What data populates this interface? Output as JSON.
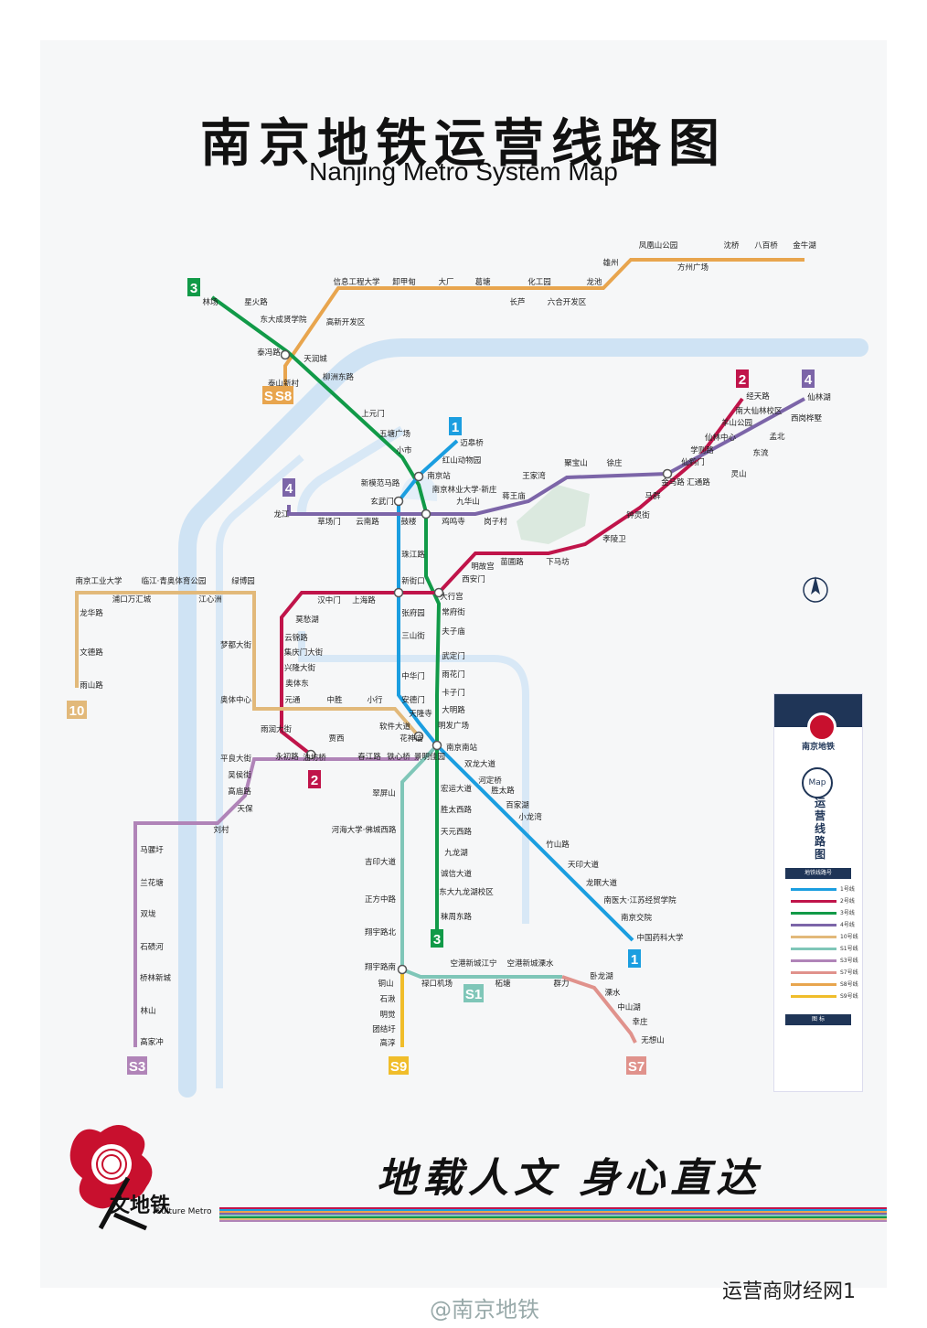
{
  "title_cn": "南京地铁运营线路图",
  "title_en": "Nanjing Metro System Map",
  "slogan": "地载人文 身心直达",
  "culture_cn": "文地铁",
  "culture_en": "Culture Metro",
  "legend_name": "南京地铁",
  "legend_map": "Map",
  "legend_title": "运营线路图",
  "legend_lines_head": "地铁线路号",
  "legend_symbols_head": "图 标",
  "weibo": "@南京地铁",
  "wechat": "运营商财经网1",
  "colors": {
    "line1": "#1b9ee0",
    "line2": "#c0144a",
    "line3": "#119a48",
    "line4": "#7c65a8",
    "line10": "#e2b97a",
    "s1": "#7fc6b8",
    "s3": "#b084b8",
    "s7": "#e0928c",
    "s8": "#e8a54e",
    "s9": "#f0bd2a",
    "river": "#cfe3f4"
  },
  "line_tags": [
    {
      "label": "3",
      "line": "line3"
    },
    {
      "label": "S8",
      "line": "s8"
    },
    {
      "label": "S8",
      "line": "s8"
    },
    {
      "label": "1",
      "line": "line1"
    },
    {
      "label": "2",
      "line": "line2"
    },
    {
      "label": "4",
      "line": "line4"
    },
    {
      "label": "4",
      "line": "line4"
    },
    {
      "label": "10",
      "line": "line10"
    },
    {
      "label": "2",
      "line": "line2"
    },
    {
      "label": "3",
      "line": "line3"
    },
    {
      "label": "1",
      "line": "line1"
    },
    {
      "label": "S1",
      "line": "s1"
    },
    {
      "label": "S3",
      "line": "s3"
    },
    {
      "label": "S9",
      "line": "s9"
    },
    {
      "label": "S7",
      "line": "s7"
    }
  ],
  "stations": [
    "林场",
    "星火路",
    "东大成贤学院",
    "泰冯路",
    "泰山新村",
    "天润城",
    "柳洲东路",
    "上元门",
    "五塘广场",
    "小市",
    "南京站",
    "迈皋桥",
    "红山动物园",
    "新模范马路",
    "玄武门",
    "鼓楼",
    "珠江路",
    "新街口",
    "张府园",
    "三山街",
    "中华门",
    "安德门",
    "天隆寺",
    "软件大道",
    "花神庙",
    "南京南站",
    "双龙大道",
    "河定桥",
    "胜太路",
    "百家湖",
    "小龙湾",
    "竹山路",
    "天印大道",
    "龙眠大道",
    "南医大·江苏经贸学院",
    "南京交院",
    "中国药科大学",
    "南京林业大学·新庄",
    "鸡鸣寺",
    "九华山",
    "大行宫",
    "常府街",
    "夫子庙",
    "武定门",
    "雨花门",
    "卡子门",
    "大明路",
    "明发广场",
    "宏运大道",
    "胜太西路",
    "天元西路",
    "九龙湖",
    "诚信大道",
    "东大九龙湖校区",
    "秣周东路",
    "经天路",
    "仙林湖",
    "南大仙林校区",
    "羊山公园",
    "西岗桦墅",
    "仙林中心",
    "孟北",
    "学则路",
    "东流",
    "仙鹤门",
    "灵山",
    "金马路",
    "汇通路",
    "马群",
    "聚宝山",
    "徐庄",
    "王家湾",
    "蒋王庙",
    "岗子村",
    "钟灵街",
    "孝陵卫",
    "下马坊",
    "苗圃路",
    "明故宫",
    "西安门",
    "汉中门",
    "上海路",
    "莫愁湖",
    "云锦路",
    "集庆门大街",
    "兴隆大街",
    "奥体东",
    "元通",
    "中胜",
    "小行",
    "雨润大街",
    "贾西",
    "油坊桥",
    "永初路",
    "龙江",
    "草场门",
    "云南路",
    "南京工业大学",
    "浦口万汇城",
    "临江·青奥体育公园",
    "江心洲",
    "绿博园",
    "梦都大街",
    "奥体中心",
    "龙华路",
    "文德路",
    "雨山路",
    "信息工程大学",
    "卸甲甸",
    "大厂",
    "葛塘",
    "长芦",
    "化工园",
    "六合开发区",
    "龙池",
    "雄州",
    "凤凰山公园",
    "方州广场",
    "沈桥",
    "八百桥",
    "金牛湖",
    "高新开发区",
    "平良大街",
    "吴侯街",
    "高庙路",
    "天保",
    "刘村",
    "马骡圩",
    "兰花塘",
    "双垅",
    "石碛河",
    "桥林新城",
    "林山",
    "高家冲",
    "春江路",
    "铁心桥",
    "景明佳园",
    "翠屏山",
    "河海大学·佛城西路",
    "吉印大道",
    "正方中路",
    "翔宇路北",
    "翔宇路南",
    "禄口机场",
    "空港新城江宁",
    "空港新城溧水",
    "柘塘",
    "群力",
    "卧龙湖",
    "溧水",
    "中山湖",
    "幸庄",
    "无想山",
    "铜山",
    "石湫",
    "明觉",
    "团结圩",
    "高淳"
  ],
  "legend_line_labels": [
    "1号线",
    "2号线",
    "3号线",
    "4号线",
    "10号线",
    "S1号线",
    "S3号线",
    "S7号线",
    "S8号线",
    "S9号线"
  ]
}
